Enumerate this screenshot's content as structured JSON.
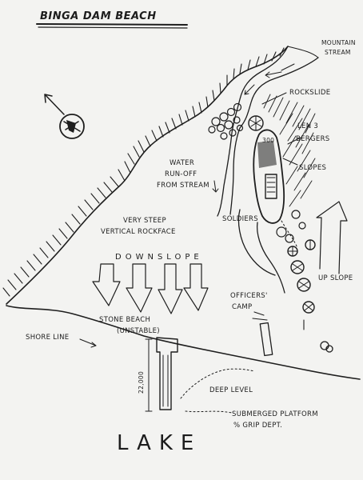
{
  "title": "BINGA DAM BEACH",
  "labels": {
    "mountain_stream_1": "MOUNTAIN",
    "mountain_stream_2": "STREAM",
    "rockslide": "ROCKSLIDE",
    "len3_1": "LEN 3",
    "len3_2": "BERGERS",
    "len3_num": "300",
    "slopes": "SLOPES",
    "water_1": "WATER",
    "water_2": "RUN-OFF",
    "water_3": "FROM STREAM",
    "soldiers": "SOLDIERS",
    "rockface_1": "VERY STEEP",
    "rockface_2": "VERTICAL ROCKFACE",
    "downslope": "DOWNSLOPE",
    "upslope": "UP SLOPE",
    "officers_1": "OFFICERS'",
    "officers_2": "CAMP",
    "stone_beach_1": "STONE BEACH",
    "stone_beach_2": "(UNSTABLE)",
    "shore_line": "SHORE LINE",
    "depth": "22,000",
    "deep_level": "DEEP LEVEL",
    "platform_1": "SUBMERGED PLATFORM",
    "platform_2": "% GRIP DEPT.",
    "lake": "LAKE"
  },
  "colors": {
    "ink": "#1e1e1e",
    "paper": "#f3f3f1"
  }
}
